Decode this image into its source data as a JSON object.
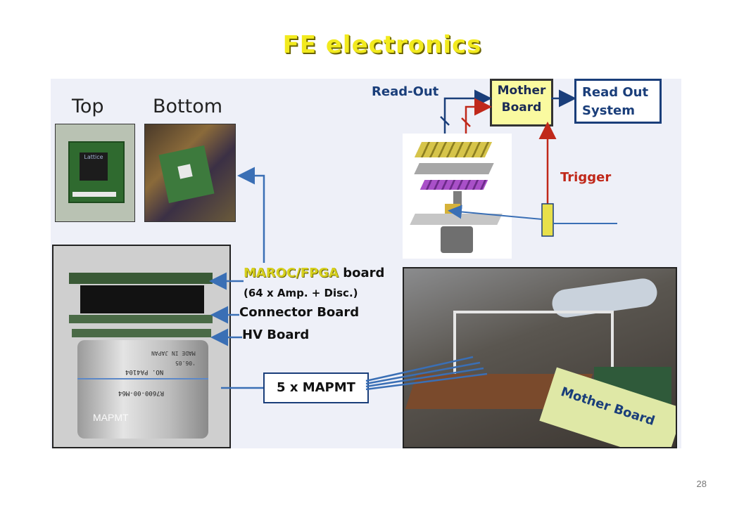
{
  "slide": {
    "title": "FE electronics",
    "page_number": "28"
  },
  "labels": {
    "top": "Top",
    "bottom": "Bottom",
    "read_out": "Read-Out",
    "mother_board": "Mother\nBoard",
    "read_out_system": "Read Out\nSystem",
    "trigger": "Trigger",
    "maroc_fpga": "MAROC/FPGA",
    "board": "board",
    "amp_disc": "(64 x Amp. + Disc.)",
    "connector_board": "Connector Board",
    "hv_board": "HV Board",
    "five_mapmt": "5 x MAPMT",
    "mother_board_photo": "Mother Board",
    "mapmt_photo": "MAPMT",
    "chip_label": "Lattice",
    "tube_text_1": "MADE IN JAPAN",
    "tube_text_2": "'06.05",
    "tube_text_3": "NO.  PA4104",
    "tube_text_4": "R7600-00-M64"
  },
  "colors": {
    "title_yellow": "#f2ea1e",
    "navy": "#1a3e7a",
    "red": "#c0281a",
    "arrow_blue": "#3a6fb5",
    "mb_box_fill": "#fafaa0"
  }
}
